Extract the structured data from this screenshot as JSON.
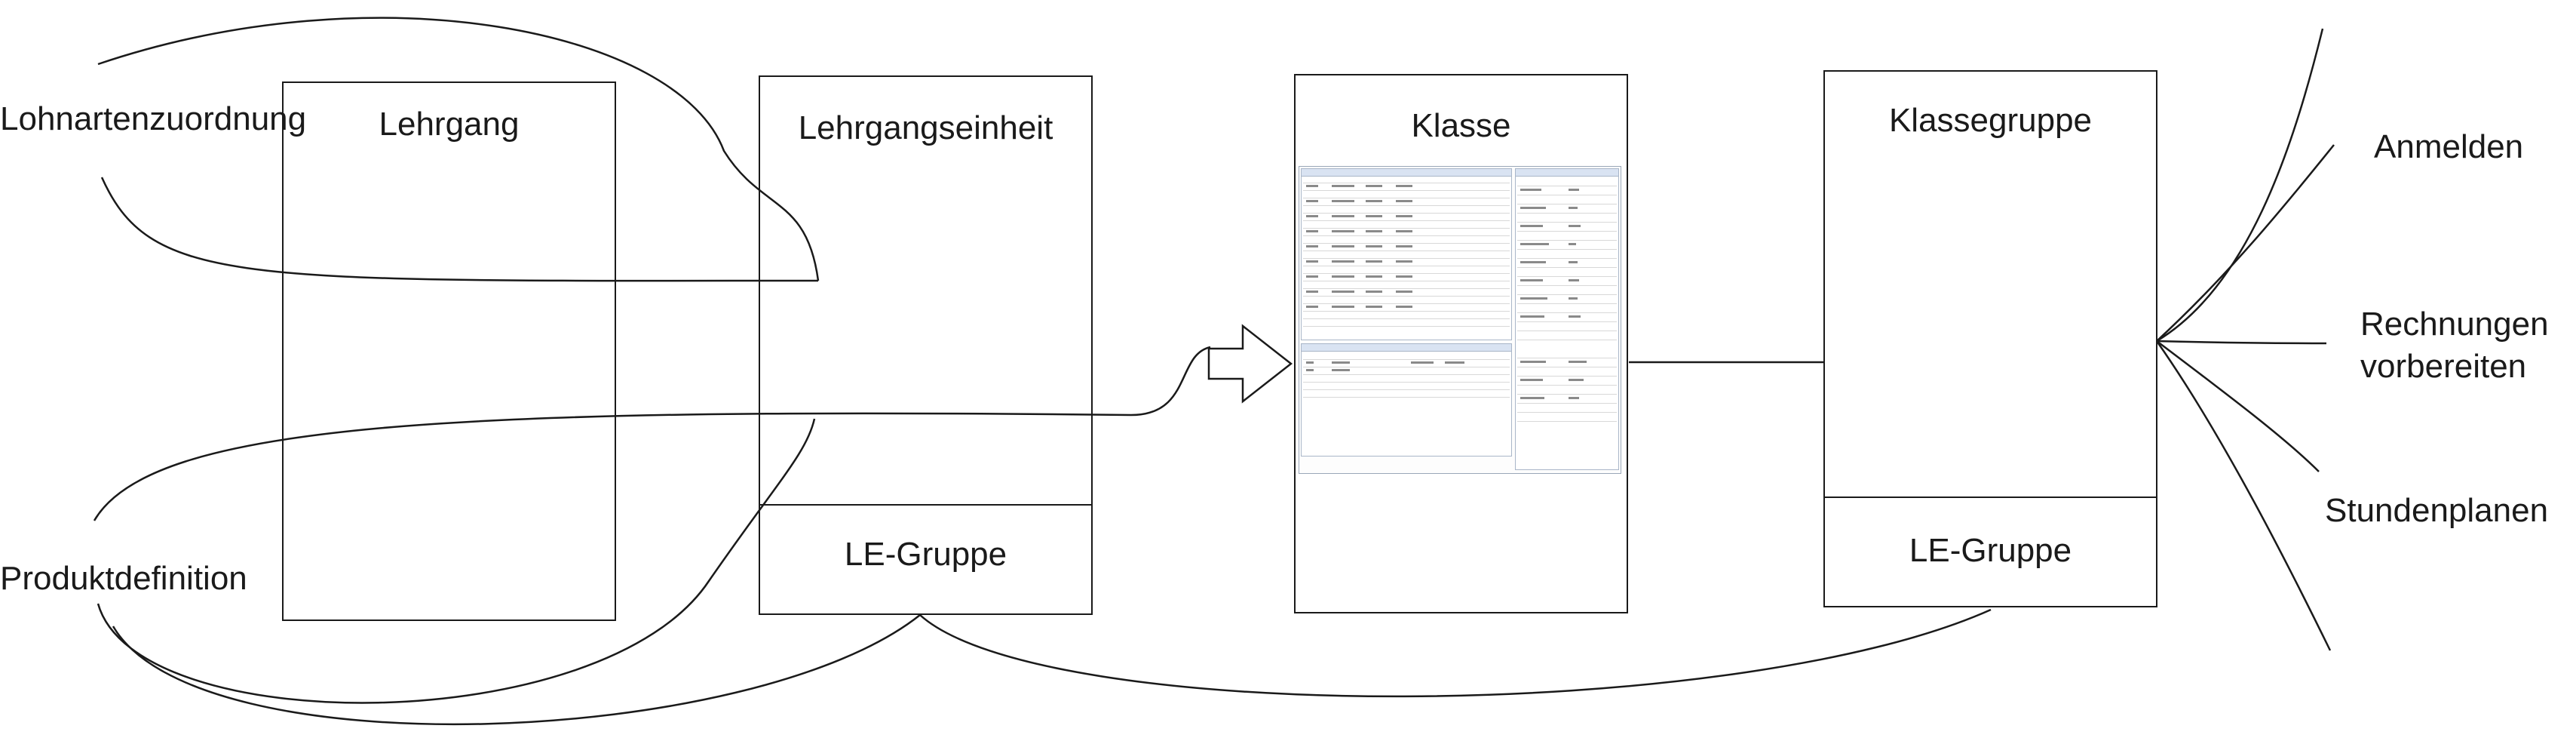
{
  "left_labels": {
    "lohnarten": "Lohnartenzuordnung",
    "produkt": "Produktdefinition"
  },
  "boxes": {
    "lehrgang": "Lehrgang",
    "lehrgangseinheit": "Lehrgangseinheit",
    "le_gruppe_1": "LE-Gruppe",
    "klasse": "Klasse",
    "klassegruppe": "Klassegruppe",
    "le_gruppe_2": "LE-Gruppe"
  },
  "right_labels": {
    "anmelden": "Anmelden",
    "rechnungen_line1": "Rechnungen",
    "rechnungen_line2": "vorbereiten",
    "stundenplanen": "Stundenplanen"
  },
  "colors": {
    "stroke": "#1a1a1a",
    "screenshot_border": "#9aa7b8",
    "screenshot_header": "#d9e3f2"
  }
}
